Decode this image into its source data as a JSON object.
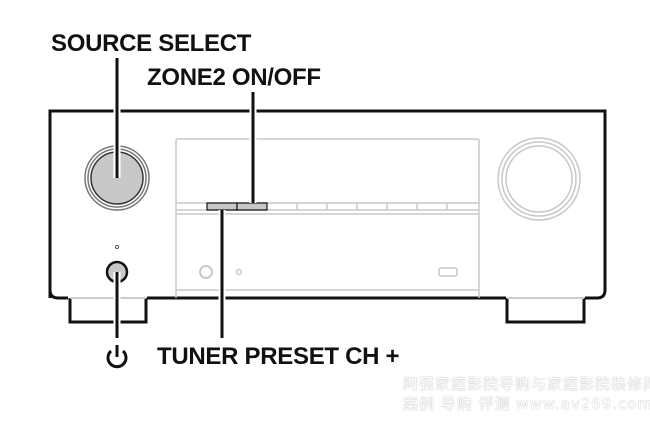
{
  "labels": {
    "source_select": "SOURCE SELECT",
    "zone2": "ZONE2 ON/OFF",
    "tuner_preset": "TUNER PRESET CH +",
    "power": "⏻"
  },
  "watermark": {
    "line1": "阿强家庭影院导购与家庭影院装修网",
    "line2": "案例 导购 评测 www.av269.com"
  },
  "colors": {
    "line": "#111111",
    "gray_fill": "#c8c8c8",
    "light": "#c8c8c8"
  }
}
